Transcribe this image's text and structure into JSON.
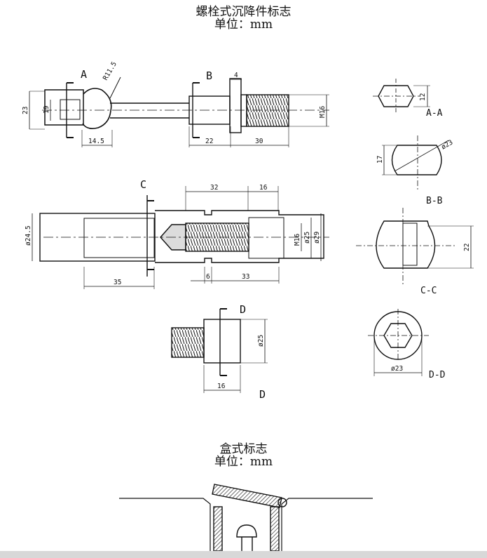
{
  "title1": {
    "line1": "螺栓式沉降件标志",
    "line2": "单位：mm"
  },
  "title2": {
    "line1": "盒式标志",
    "line2": "单位：mm"
  },
  "labels": {
    "sec_a": "A",
    "sec_b": "B",
    "sec_c": "C",
    "sec_d_top": "D",
    "sec_d_bottom": "D",
    "view_aa": "A-A",
    "view_bb": "B-B",
    "view_cc": "C-C",
    "view_dd": "D-D"
  },
  "dims": {
    "r": "R11.5",
    "h23": "23",
    "h19": "19",
    "w145": "14.5",
    "w4": "4",
    "w22": "22",
    "w30": "30",
    "m16a": "M16",
    "aa12": "12",
    "bb17": "17",
    "bbdia": "ø23",
    "c32": "32",
    "c16": "16",
    "c245": "ø24.5",
    "cm16": "M16",
    "c25": "ø25",
    "c29": "ø29",
    "c35": "35",
    "c6": "6",
    "c33": "33",
    "cc22": "22",
    "d25": "ø25",
    "d16": "16",
    "dd23": "ø23"
  }
}
